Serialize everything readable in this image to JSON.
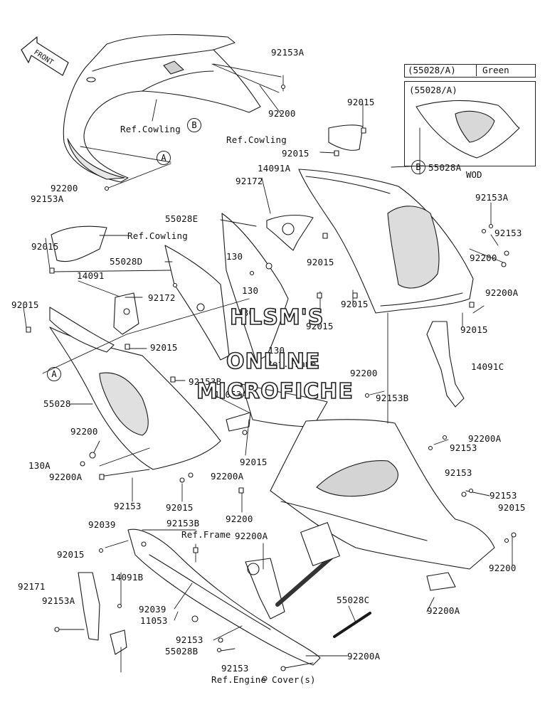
{
  "front_arrow": "FRONT",
  "watermark": [
    "HLSM'S",
    "ONLINE",
    "MICROFICHE"
  ],
  "legend": {
    "code": "(55028/A)",
    "color": "Green",
    "inset_code": "(55028/A)",
    "variant": "WOD"
  },
  "callouts": {
    "A": "A",
    "B": "B"
  },
  "labels": [
    {
      "id": "l1",
      "text": "92153A"
    },
    {
      "id": "l2",
      "text": "92200"
    },
    {
      "id": "l3",
      "text": "Ref.Cowling"
    },
    {
      "id": "l4",
      "text": "Ref.Cowling"
    },
    {
      "id": "l5",
      "text": "92015"
    },
    {
      "id": "l6",
      "text": "92015"
    },
    {
      "id": "l7",
      "text": "92200"
    },
    {
      "id": "l8",
      "text": "92153A"
    },
    {
      "id": "l9",
      "text": "14091A"
    },
    {
      "id": "l10",
      "text": "92172"
    },
    {
      "id": "l11",
      "text": "55028A"
    },
    {
      "id": "l12",
      "text": "92153A"
    },
    {
      "id": "l13",
      "text": "92153"
    },
    {
      "id": "l14",
      "text": "92200"
    },
    {
      "id": "l15",
      "text": "92200A"
    },
    {
      "id": "l16",
      "text": "55028E"
    },
    {
      "id": "l17",
      "text": "Ref.Cowling"
    },
    {
      "id": "l18",
      "text": "92015"
    },
    {
      "id": "l19",
      "text": "55028D"
    },
    {
      "id": "l20",
      "text": "130"
    },
    {
      "id": "l21",
      "text": "14091"
    },
    {
      "id": "l22",
      "text": "92172"
    },
    {
      "id": "l23",
      "text": "130"
    },
    {
      "id": "l24",
      "text": "92015"
    },
    {
      "id": "l25",
      "text": "130"
    },
    {
      "id": "l26",
      "text": "92015"
    },
    {
      "id": "l27",
      "text": "92015"
    },
    {
      "id": "l28",
      "text": "92015"
    },
    {
      "id": "l29",
      "text": "130"
    },
    {
      "id": "l30",
      "text": "Ref.Frame"
    },
    {
      "id": "l31",
      "text": "14091C"
    },
    {
      "id": "l32",
      "text": "92015"
    },
    {
      "id": "l33",
      "text": "92015"
    },
    {
      "id": "l34",
      "text": "92200"
    },
    {
      "id": "l35",
      "text": "55028"
    },
    {
      "id": "l36",
      "text": "11053A"
    },
    {
      "id": "l37",
      "text": "92153B"
    },
    {
      "id": "l38",
      "text": "92153B"
    },
    {
      "id": "l39",
      "text": "92200A"
    },
    {
      "id": "l40",
      "text": "92200"
    },
    {
      "id": "l41",
      "text": "92153"
    },
    {
      "id": "l42",
      "text": "130A"
    },
    {
      "id": "l43",
      "text": "92015"
    },
    {
      "id": "l44",
      "text": "92200A"
    },
    {
      "id": "l45",
      "text": "92200A"
    },
    {
      "id": "l46",
      "text": "92153"
    },
    {
      "id": "l47",
      "text": "92153"
    },
    {
      "id": "l48",
      "text": "92015"
    },
    {
      "id": "l49",
      "text": "92153"
    },
    {
      "id": "l50",
      "text": "92015"
    },
    {
      "id": "l51",
      "text": "92200"
    },
    {
      "id": "l52",
      "text": "92039"
    },
    {
      "id": "l53",
      "text": "92153B"
    },
    {
      "id": "l54",
      "text": "92015"
    },
    {
      "id": "l55",
      "text": "Ref.Frame"
    },
    {
      "id": "l56",
      "text": "92200A"
    },
    {
      "id": "l57",
      "text": "92200"
    },
    {
      "id": "l58",
      "text": "14091B"
    },
    {
      "id": "l59",
      "text": "92171"
    },
    {
      "id": "l60",
      "text": "92153A"
    },
    {
      "id": "l61",
      "text": "92039"
    },
    {
      "id": "l62",
      "text": "11053"
    },
    {
      "id": "l63",
      "text": "55028C"
    },
    {
      "id": "l64",
      "text": "92200A"
    },
    {
      "id": "l65",
      "text": "92153"
    },
    {
      "id": "l66",
      "text": "55028B"
    },
    {
      "id": "l67",
      "text": "92200A"
    },
    {
      "id": "l68",
      "text": "92153"
    },
    {
      "id": "l69",
      "text": "Ref.Engine Cover(s)"
    }
  ]
}
